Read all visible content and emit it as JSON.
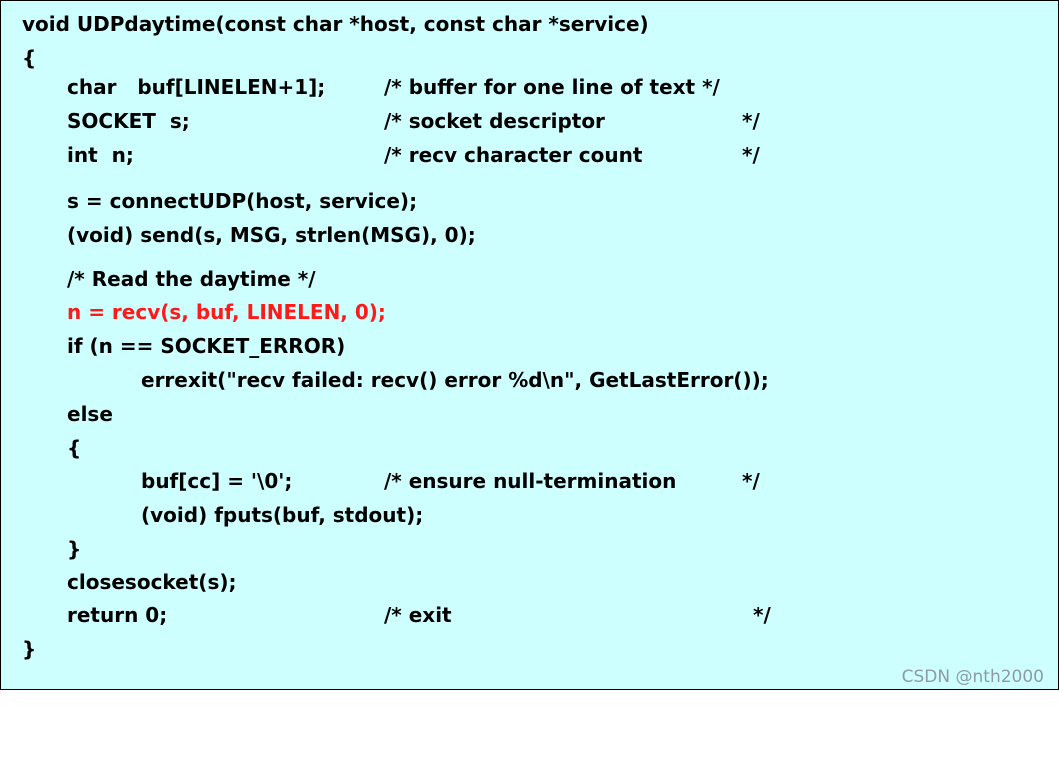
{
  "code": {
    "signature": "void UDPdaytime(const char *host, const char *service)",
    "open_brace": "{",
    "decl_buf": "char   buf[LINELEN+1];",
    "decl_buf_comment": "/* buffer for one line of text */",
    "decl_socket": "SOCKET  s;",
    "decl_socket_comment": "/* socket descriptor",
    "decl_socket_comment_end": "*/",
    "decl_n": "int  n;",
    "decl_n_comment": "/* recv character count",
    "decl_n_comment_end": "*/",
    "connect_call": "s = connectUDP(host, service);",
    "send_call": "(void) send(s, MSG, strlen(MSG), 0);",
    "read_comment": "/* Read the daytime */",
    "recv_call": "n = recv(s, buf, LINELEN, 0);",
    "if_check": "if (n == SOCKET_ERROR)",
    "errexit_call": "errexit(\"recv failed: recv() error %d\\n\", GetLastError());",
    "else_kw": "else",
    "inner_open": "{",
    "null_term": "buf[cc] = '\\0';",
    "null_term_comment": "/* ensure null-termination",
    "null_term_comment_end": "*/",
    "fputs_call": "(void) fputs(buf, stdout);",
    "inner_close": "}",
    "closesocket_call": "closesocket(s);",
    "return_stmt": "return 0;",
    "return_comment": "/* exit",
    "return_comment_end": "*/",
    "close_brace": "}"
  },
  "highlight_color": "#ff1a1a",
  "background_color": "#cdffff",
  "watermark": "CSDN @nth2000"
}
